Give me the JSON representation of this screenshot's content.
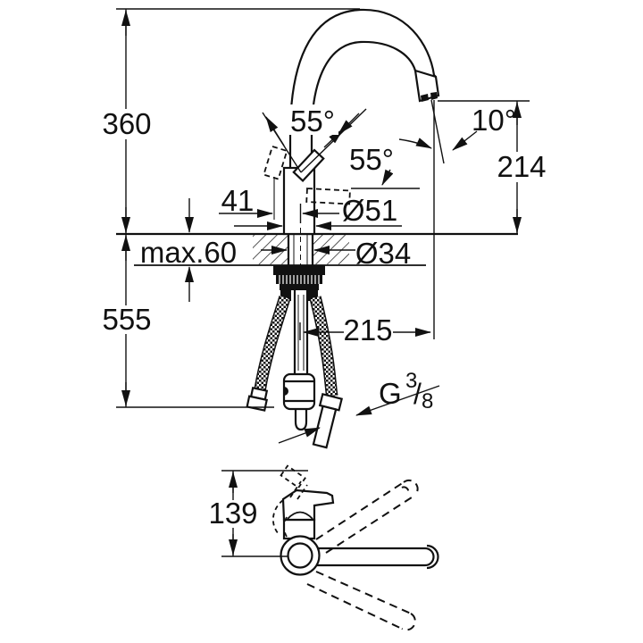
{
  "drawing": {
    "dimensions": {
      "height_above_deck": "360",
      "total_depth_below": "555",
      "outlet_height": "214",
      "spout_reach": "215",
      "lever_angle_front": "55°",
      "lever_angle_side": "55°",
      "outlet_angle": "10°",
      "lever_offset": "41",
      "base_diameter": "Ø51",
      "hole_diameter": "Ø34",
      "deck_thickness_max": "max.60",
      "side_view_height": "139",
      "thread": {
        "prefix": "G",
        "numerator": "3",
        "slash": "/",
        "denominator": "8"
      }
    }
  }
}
